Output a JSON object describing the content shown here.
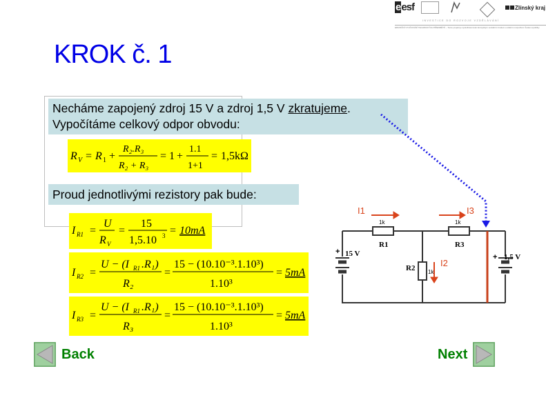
{
  "header": {
    "logo_esf": "esf",
    "logo_zk": "Zlínský kraj",
    "tagline": "INVESTICE DO ROZVOJE VZDĚLÁVÁNÍ",
    "fine_print": "ERUDIČNÍ VYUČOVÁNÍ TECHNICKÝCH PŘEDMĚTŮ – Tento projekt je spolufinancován Evropským sociálním fondem a státním rozpočtem České republiky"
  },
  "page_title": "KROK č. 1",
  "text1": {
    "line1_before": "Necháme zapojený zdroj 15 V a zdroj 1,5 V ",
    "line1_underlined": "zkratujeme",
    "line1_after": ".",
    "line2": "Vypočítáme celkový odpor obvodu:"
  },
  "text2": "Proud jednotlivými rezistory pak bude:",
  "formulas": {
    "rv": {
      "lhs": "R",
      "lhs_sub": "V",
      "r1": "R",
      "r1_sub": "1",
      "num": "R₂.R₃",
      "den": "R₂ + R₃",
      "one": "1",
      "num2": "1.1",
      "den2": "1+1",
      "result": "1,5kΩ"
    },
    "ir1": {
      "lhs": "I",
      "lhs_sub": "R1",
      "num": "U",
      "den": "R",
      "den_sub": "V",
      "num2": "15",
      "den2": "1,5.10",
      "den2_sup": "3",
      "result": "10mA"
    },
    "ir2": {
      "lhs": "I",
      "lhs_sub": "R2",
      "num": "U − (I",
      "num_sub": "R1",
      "num_end": ".R₁)",
      "den": "R₂",
      "num2": "15 − (10.10⁻³.1.10³)",
      "den2": "1.10³",
      "result": "5mA"
    },
    "ir3": {
      "lhs": "I",
      "lhs_sub": "R3",
      "num": "U − (I",
      "num_sub": "R1",
      "num_end": ".R₁)",
      "den": "R₃",
      "num2": "15 − (10.10⁻³.1.10³)",
      "den2": "1.10³",
      "result": "5mA"
    }
  },
  "circuit": {
    "i1": "I1",
    "i2": "I2",
    "i3": "I3",
    "r1_val": "1k",
    "r1": "R1",
    "r2_val": "1k",
    "r2": "R2",
    "r3_val": "1k",
    "r3": "R3",
    "src1": "15 V",
    "src2": "1,5 V",
    "plus": "+",
    "current_color": "#d9431b",
    "short_color": "#c8401a"
  },
  "nav": {
    "back": "Back",
    "next": "Next"
  }
}
